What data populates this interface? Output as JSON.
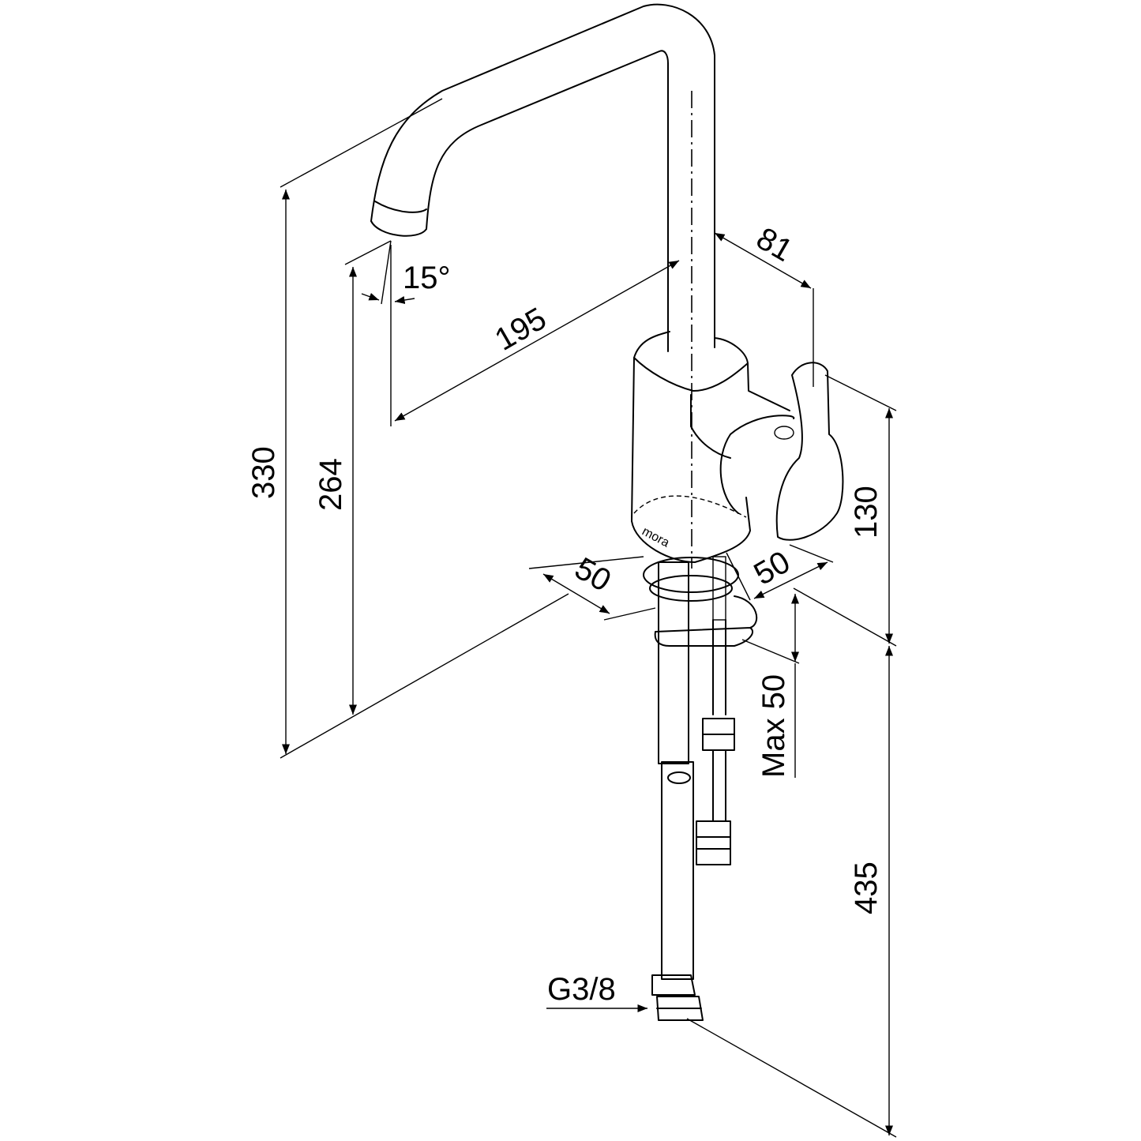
{
  "drawing": {
    "brand_logo": "mora",
    "dimensions": {
      "overall_height": "330",
      "spout_height": "264",
      "spout_angle": "15°",
      "reach": "195",
      "handle_offset": "81",
      "body_height": "130",
      "base_width_left": "50",
      "base_width_right": "50",
      "max_deck_thickness": "Max 50",
      "hose_length": "435",
      "connection_thread": "G3/8"
    }
  }
}
